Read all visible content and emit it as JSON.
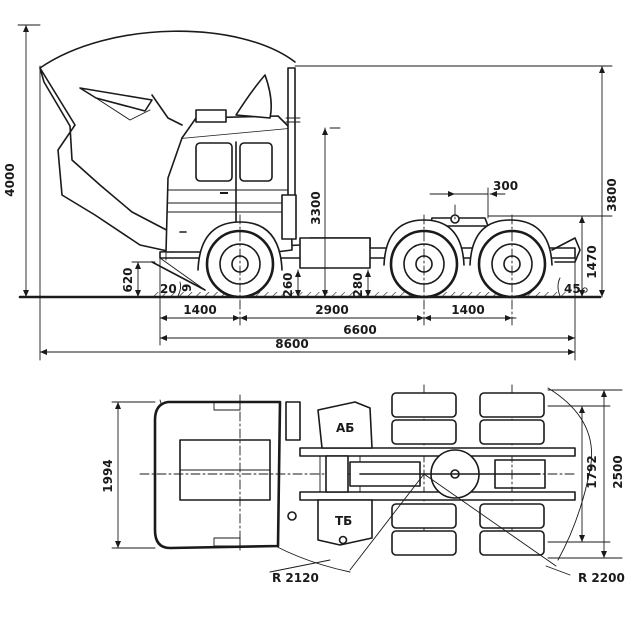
{
  "side_view": {
    "dim_4000": "4000",
    "dim_3800": "3800",
    "dim_3300": "3300",
    "dim_300": "300",
    "dim_1470": "1470",
    "dim_620": "620",
    "dim_260": "260",
    "dim_280": "280",
    "dim_20": "20",
    "dim_9": "9",
    "dim_45": "45",
    "dim_1400_front": "1400",
    "dim_2900": "2900",
    "dim_1400_rear": "1400",
    "dim_6600": "6600",
    "dim_8600": "8600"
  },
  "top_view": {
    "dim_1994": "1994",
    "dim_1792": "1792",
    "dim_2500": "2500",
    "radius_front": "R 2120",
    "radius_rear": "R 2200",
    "battery_label": "АБ",
    "fuel_tank_label": "ТБ"
  }
}
